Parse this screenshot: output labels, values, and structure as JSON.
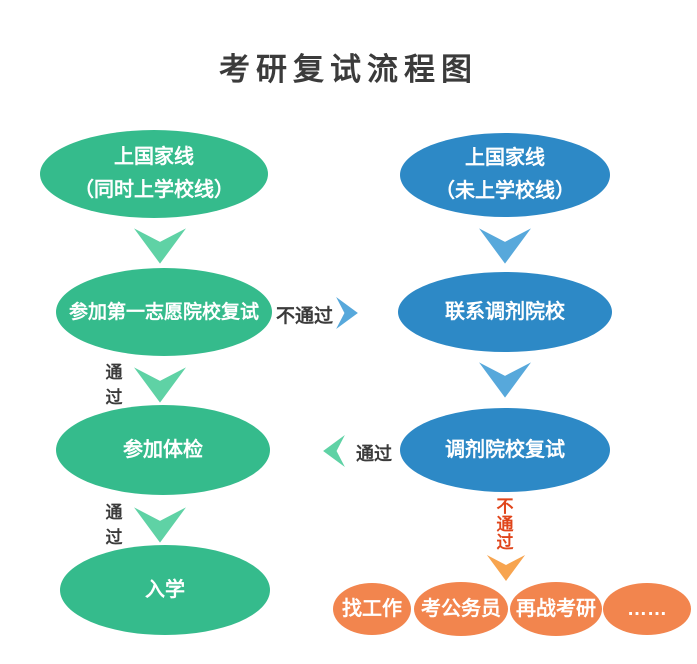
{
  "title": "考研复试流程图",
  "colors": {
    "green": "#35BB8C",
    "green-light": "#5FD2A5",
    "blue": "#2D89C6",
    "blue-light": "#57A8DB",
    "orange": "#F2854E",
    "orange-light": "#F7A44F",
    "red": "#E0451B",
    "text": "#3B3B3B"
  },
  "left_flow": {
    "step1_line1": "上国家线",
    "step1_line2": "（同时上学校线）",
    "step2": "参加第一志愿院校复试",
    "step3": "参加体检",
    "step4": "入学"
  },
  "right_flow": {
    "step1_line1": "上国家线",
    "step1_line2": "（未上学校线）",
    "step2": "联系调剂院校",
    "step3": "调剂院校复试"
  },
  "bottom_flow": {
    "option1": "找工作",
    "option2": "考公务员",
    "option3": "再战考研",
    "option4": "……"
  },
  "labels": {
    "fail_to_transfer": "不通过",
    "pass_after_first_retest": "通过",
    "pass_transfer_retest": "通过",
    "pass_after_physical": "通过",
    "fail_transfer_retest": "不通过"
  }
}
